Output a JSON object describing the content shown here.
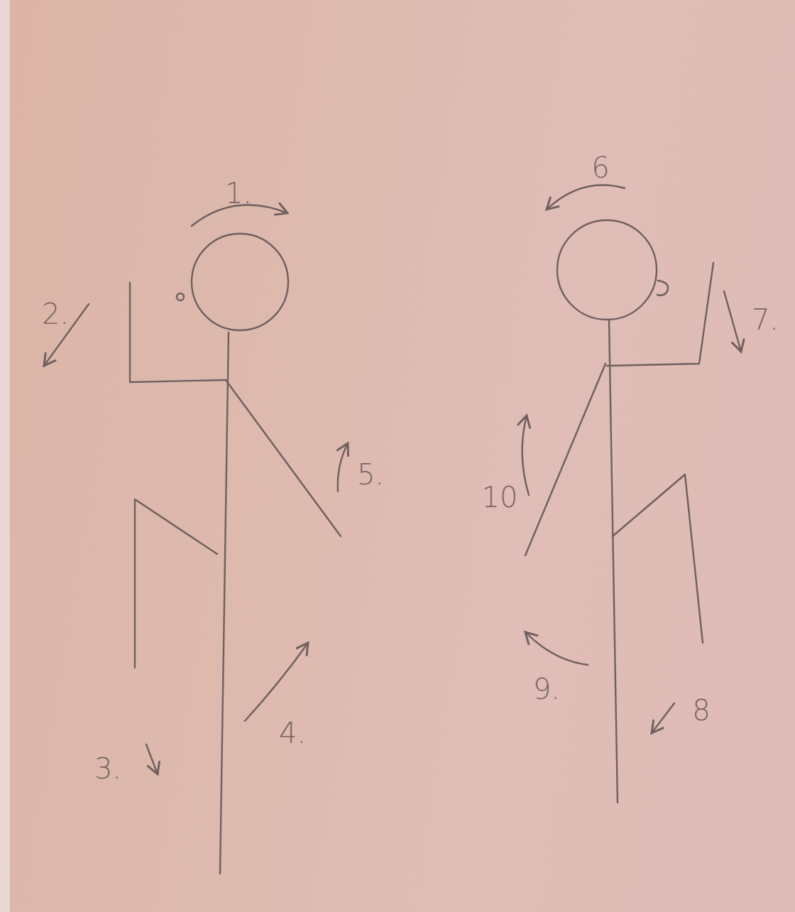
{
  "diagram": {
    "labels": [
      "1.",
      "2.",
      "3.",
      "4.",
      "5.",
      "6",
      "7.",
      "8",
      "9.",
      "10"
    ]
  }
}
